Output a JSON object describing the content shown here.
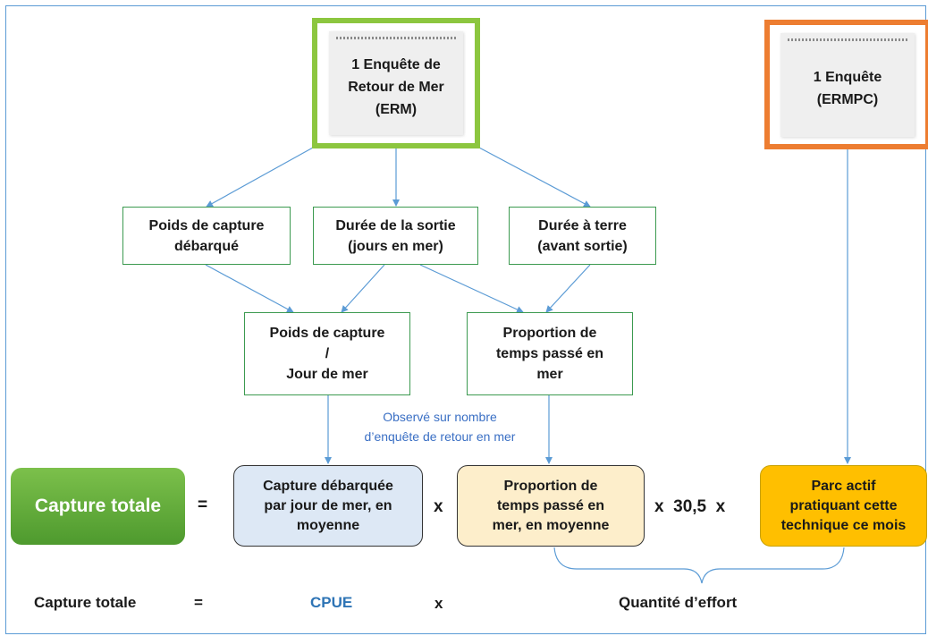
{
  "surveys": {
    "erm": "1 Enquête de\nRetour de Mer\n(ERM)",
    "ermpc": "1 Enquête\n(ERMPC)"
  },
  "level1": {
    "poids_capture": "Poids de capture\ndébarqué",
    "duree_sortie": "Durée de la sortie\n(jours en mer)",
    "duree_terre": "Durée à terre\n(avant sortie)"
  },
  "level2": {
    "poids_jour": "Poids de capture\n/\nJour de mer",
    "proportion": "Proportion de\ntemps passé en\nmer"
  },
  "caption": "Observé sur nombre\nd’enquête de retour en mer",
  "formula": {
    "total_label": "Capture totale",
    "equals": "=",
    "capture_par_jour": "Capture débarquée\npar jour de mer, en\nmoyenne",
    "times1": "x",
    "proportion_moyenne": "Proportion de\ntemps passé en\nmer, en moyenne",
    "times_factor": "x  30,5  x",
    "parc_actif": "Parc actif\npratiquant cette\ntechnique ce mois"
  },
  "summary": {
    "total_label": "Capture totale",
    "equals": "=",
    "cpue": "CPUE",
    "times": "x",
    "effort": "Quantité d’effort"
  },
  "colors": {
    "green_border": "#8cc63f",
    "orange_border": "#ed7d31",
    "arrow": "#5b9bd5",
    "cpue_text": "#2e74b5"
  }
}
